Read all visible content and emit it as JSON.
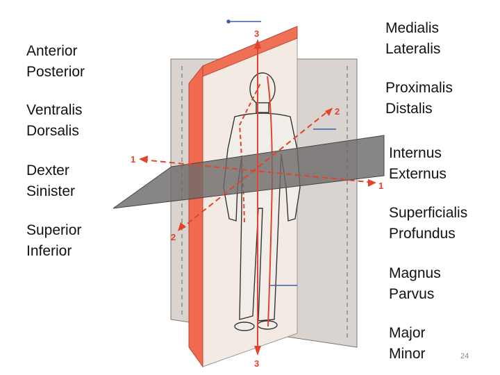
{
  "left_terms": [
    {
      "line1": "Anterior",
      "line2": "Posterior"
    },
    {
      "line1": "Ventralis",
      "line2": "Dorsalis"
    },
    {
      "line1": "Dexter",
      "line2": "Sinister"
    },
    {
      "line1": "Superior",
      "line2": "Inferior"
    }
  ],
  "right_terms": [
    {
      "line1": "Medialis",
      "line2": "Lateralis"
    },
    {
      "line1": "Proximalis",
      "line2": "Distalis"
    },
    {
      "line1": "Internus",
      "line2": "Externus"
    },
    {
      "line1": "Superficialis",
      "line2": "Profundus"
    },
    {
      "line1": "Magnus",
      "line2": "Parvus"
    },
    {
      "line1": "Major",
      "line2": "Minor"
    }
  ],
  "axis_labels": {
    "axis1_left": "1",
    "axis1_right": "1",
    "axis2_top": "2",
    "axis2_bottom": "2",
    "axis3_top": "3",
    "axis3_bottom": "3"
  },
  "page_number": "24",
  "colors": {
    "sagittal_plane": "#ef6a4e",
    "frontal_plane": "#d9d4cf",
    "transverse_plane": "#6e6b6a",
    "arrow": "#e2432a",
    "blue_marker": "#3b5ea8"
  }
}
